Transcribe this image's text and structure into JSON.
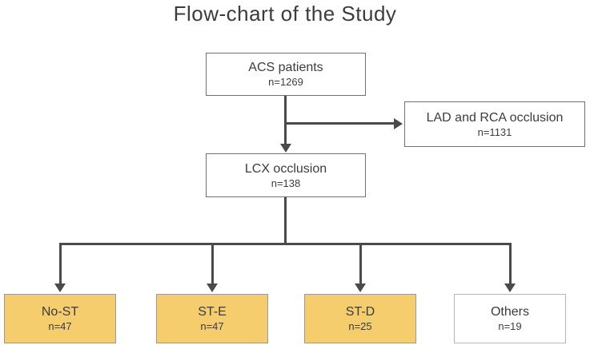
{
  "title": "Flow-chart of the Study",
  "nodes": {
    "acs": {
      "label": "ACS patients",
      "count": "n=1269"
    },
    "lad_rca": {
      "label": "LAD and RCA occlusion",
      "count": "n=1131"
    },
    "lcx": {
      "label": "LCX occlusion",
      "count": "n=138"
    },
    "no_st": {
      "label": "No-ST",
      "count": "n=47"
    },
    "st_e": {
      "label": "ST-E",
      "count": "n=47"
    },
    "st_d": {
      "label": "ST-D",
      "count": "n=25"
    },
    "others": {
      "label": "Others",
      "count": "n=19"
    }
  },
  "colors": {
    "highlight_fill": "#f6cd6d",
    "connector": "#4a4a4a",
    "box_border": "#707070",
    "text": "#3c3c3c"
  }
}
